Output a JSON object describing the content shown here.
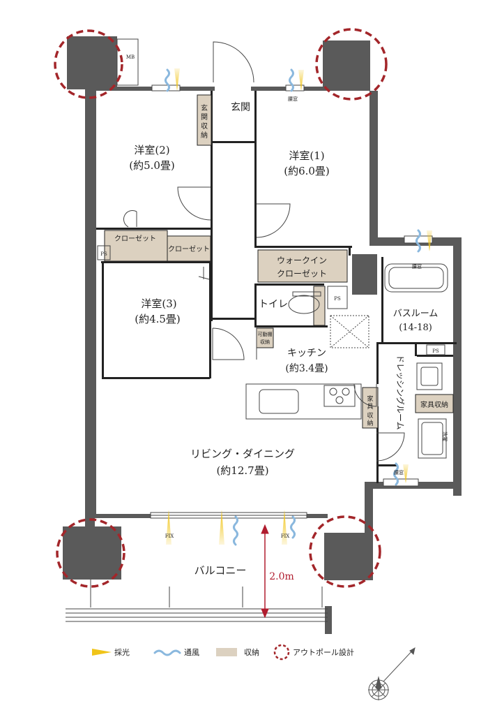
{
  "rooms": {
    "western_room_2": {
      "name": "洋室(2)",
      "size": "(約5.0畳)"
    },
    "western_room_1": {
      "name": "洋室(1)",
      "size": "(約6.0畳)"
    },
    "western_room_3": {
      "name": "洋室(3)",
      "size": "(約4.5畳)"
    },
    "entrance": "玄関",
    "entrance_storage": [
      "玄",
      "関",
      "収",
      "納"
    ],
    "closet_a": "クローゼット",
    "closet_b": "クローゼット",
    "walk_in_closet": [
      "ウォークイン",
      "クローゼット"
    ],
    "toilet": "トイレ",
    "movable_shelf": [
      "可動棚",
      "収納"
    ],
    "kitchen": {
      "name": "キッチン",
      "size": "(約3.4畳)"
    },
    "bathroom": {
      "name": "バスルーム",
      "size": "(14-18)"
    },
    "dressing_room": "ドレッシングルーム",
    "furniture_storage_a": [
      "家",
      "具",
      "収",
      "納"
    ],
    "furniture_storage_b": "家具収納",
    "living_dining": {
      "name": "リビング・ダイニング",
      "size": "(約12.7畳)"
    },
    "balcony": "バルコニー"
  },
  "small_labels": {
    "mb": "MB",
    "ps": "PS",
    "window_tag": "腰窓",
    "fix": "FIX",
    "laundry": "洗濯"
  },
  "dimension": "2.0m",
  "legend": [
    {
      "label": "採光",
      "icon": "light-icon",
      "color": "#f0c419"
    },
    {
      "label": "通風",
      "icon": "wind-icon",
      "color": "#8ab8de"
    },
    {
      "label": "収納",
      "icon": "storage-swatch",
      "color": "#dcd1c0"
    },
    {
      "label": "アウトポール設計",
      "icon": "outpole-icon",
      "color": "#a3262a"
    }
  ],
  "colors": {
    "wall": "#5a5a5a",
    "storage": "#dcd1c0",
    "outpole": "#a3262a",
    "light": "#f0c419",
    "wind": "#8ab8de"
  }
}
